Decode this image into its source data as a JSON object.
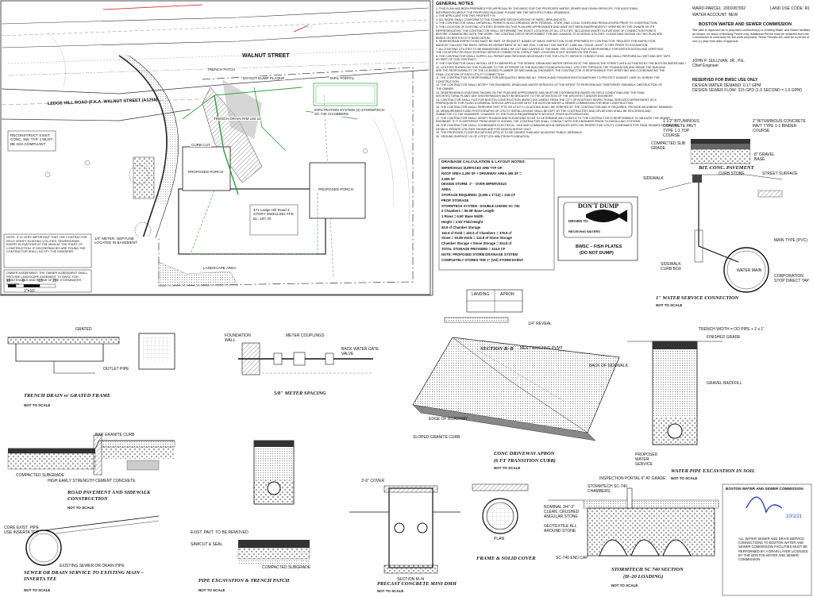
{
  "plan": {
    "streets": {
      "walnut": "WALNUT STREET",
      "ledge_hill": "LEDGE HILL ROAD (F.K.A. WALNUT STREET (A1259)"
    },
    "labels": {
      "trench_patch": "TRENCH PATCH",
      "do_not_dump": "DO NOT DUMP PLAQUE",
      "drain_marker": "INFIL PORTAL",
      "porch": "PROPOSED PORCH",
      "dwelling": "471 Ledge Hill Road 3 STORY DWELLING FFE EL. 197.70",
      "porch_right": "PROPOSED PORCH",
      "landscape": "LANDSCAPE AREA",
      "curb_cut": "CURB CUT",
      "water_meter": "1/4\" METER, NEPTUNE LOCATED IN BASEMENT",
      "reconstruct": "RECONSTRUCT EXIST. CONC. SW. TYP. 1 MUST BE ADA COMPLIANT",
      "drainage_structure": "INFILTRATION SYSTEM (2) STORMTECH SC-740 CHAMBERS",
      "trench_drain": "TRENCH DRAIN RIM 192.10"
    },
    "notes_box": "NOTE: IT IS VERY IMPORTANT THAT THE CONTRACTOR FIELD VERIFY EXISTING UTILITIES, SEWER/DRAIN INVERT ELEVATIONS AT THE MAIN AT THE START OF CONSTRUCTION. IF DISCREPANCIES ARE FOUND THE CONTRACTOR SHALL NOTIFY THE ENGINEER.",
    "owner_box": "OWNER AGREEMENT: THE OWNER AGREEMENT SHALL PROVIDE LANDSCAPE EASEMENT TO BWSC FOR MAINTENANCE AND REPAIR OF THE STORMWATER SYSTEM."
  },
  "general_notes": {
    "heading": "GENERAL NOTES",
    "lines": [
      "1. THIS PLAN HAS BEEN PREPARED FOR APPROVAL BY THE BWSC FOR THE PROPOSED WATER, SEWER AND DRAIN SERVICES. FOR ADDITIONAL",
      "   INFORMATION ABOUT THE PROPOSED BUILDING PLEASE SEE THE ARCHITECTURAL DRAWINGS.",
      "2. THE APPLICANT FOR THIS PROPERTY IS:",
      "3. ALL WORK SHALL CONFORM TO THE STANDARD SPECIFICATIONS OF BWSC, BPW AND BTD.",
      "4. THE CONTRACTOR SHALL OBTAIN ALL PERMITS IN ACCORDANCE WITH FEDERAL, STATE, AND LOCAL CODES AND REGULATIONS PRIOR TO CONSTRUCTION.",
      "5. THE LOCATION OF EXISTING UTILITIES SHOWN ON THIS PLAN ARE APPROXIMATE AND HAVE NOT BEEN INDEPENDENTLY VERIFIED BY THE OWNER OR ITS",
      "   REPRESENTATIVE. THE CONTRACTOR SHALL DETERMINE THE EXACT LOCATION OF ALL UTILITIES, INCLUDING INVERT ELEVATIONS OF CONNECTION POINTS,",
      "   BEFORE COMMENCING WITH THE WORK. THE CONTRACTOR IS RESPONSIBLE FOR ANY DAMAGE TO EXISTING UTILITIES. ELEVATIONS SHOWN ON THIS PLAN ARE",
      "   BASED ON BOSTON CITY BASE DATUM.",
      "6. SEWER/DRAIN INSPECTIONS MUST BE PART OF REQUEST. NAMES OF BWSC INSPECTION TO BE PREPARED BY CONTRACTOR. REQUEST FOR INSPECTION",
      "   MADE BY CALLING THE BWSC SERVICES DEPARTMENT AT 617-989-7000. CONTACT DIG SAFE AT 1-888-344-7233 AT LEAST 72 HRS PRIOR TO EXCAVATION.",
      "7. ALL EXISTING UTILITIES TO BE ABANDONED SHALL BE CUT AND CAPPED AT THE MAIN. THE CONTRACTOR IS RESPONSIBLE FOR INVESTIGATION AND VERIFYING",
      "   THE LOCATION FOR EACH EXISTING SERVICE CONNECTION, EVEN IF SAID LOCATION IS NOT SHOWN ON THE PLAN.",
      "8. THE CONTRACTOR SHALL SUPPLY ALL PERMIT AND PATCHING NECESSARY FOR THE UTILITY SERVICE CONNECTIONS, AND SHALL PERFORM ALL WET AND DRY TAPS",
      "   AS PART OF THIS CONTRACT.",
      "9. THE CONTRACTOR SHALL INSTALL DEPTH MARKERS AT THE SEWER, DRAIN AND WATER SERVICES AT THE MAIN IN THE STREET UNTIL ACTIVATED BY THE BOSTON WATER AND SEWER COMMISSION.",
      "10. UTILITIES SHOWN ON THIS PLAN ARE TO THE EXTERIOR OF THE BUILDING FOUNDATION ONLY. UTILITIES THROUGH THE FOUNDATION AND INSIDE THE BUILDING",
      "    ARE THE RESPONSIBILITY OF THE LICENSED PLUMBER OR MECHANICAL ENGINEER. THE CONTRACTOR IS RESPONSIBLE FOR VERIFYING AND COORDINATING THE",
      "    FINAL LOCATION OF EACH UTILITY CONNECTION.",
      "11. THE CONTRACTOR IS RESPONSIBLE FOR ADEQUATELY BRACING ALL TRENCH AND FOUNDATION EXCAVATIONS TO PROTECT AGAINST CAVE-IN, DURING THE",
      "    CONSTRUCTION.",
      "12. THE CONTRACTOR SHALL NOTIFY THE ENGINEER, DRAIN AND WATER SERVICES OF THE INTENT TO PERFORM ANY TEMPORARY SIDEWALK OBSTRUCTION OF",
      "    THE OWNER.",
      "13. SEWER/DRAIN ELEVATIONS SHOWN ON THE PLAN ARE APPROXIMATE AND MUST BE COORDINATED BASED ON FIELD CONDITIONS AND THE FINAL",
      "    ARCHITECTURAL PLANS. ANY DISCREPANCIES MUST BE BROUGHT TO THE ATTENTION OF THE ARCHITECT AND/OR ENGINEER.",
      "14. CONTRACTOR SHALL FILE FOR BOSTON CONSTRUCTION (BWSC) DOCUMENT FROM THE CITY OF BOSTON'S INSPECTIONAL SERVICES DEPARTMENT, AS A",
      "    PREREQUISITE FOR FILING A GENERAL SERVICE APPLICATION WITH THE BOSTON WATER & SEWER COMMISSION FOR NEW CONSTRUCTION.",
      "15. THE CONTRACTOR SHALL PERFORM TEST PITS OR UTILITY LOCATIONS SHALL BE VERIFIED BY THE CONTRACTOR AND IF REQUIRED, PROVIDE AN ASBUILT DRAWING.",
      "16. MEASUREMENTS AND PHOTOGRAPHS OF UTILITY INSTALLATIONS SHALL BE KEPT BY THE CONTRACTOR, AND DEVIATIONS SHALL BE RECORDED AND",
      "    SUBMITTED TO THE ENGINEER. CHANGES TO THE PLAN & REQUIREMENTS WITHOUT PRIOR AUTHORIZATION.",
      "17. THE CONTRACTOR SHALL VERIFY ROUNDS AND ELEVATIONS SO AS TO DETERMINE ANY CONFLICTS. THE CONTRACTOR IS RESPONSIBLE TO VALIDATE THE SEWER",
      "    ENGINEER, IF IT IS DIFFERENT FROM WHAT IS SHOWN, THE CONTRACTOR SHALL CONSULT WITH THE ENGINEER PRIOR TO INSTALLING SYSTEMS.",
      "18. THE CONTRACTOR SHALL COORDINATE ELECTRICAL, GAS AND COMMUNICATION SERVICES WITH THE RESPECTIVE UTILITY COMPANIES FOR FINAL DEMARCATIONS AND",
      "    DETAILS. PRIVATE UTILITIES SHOWN ARE FOR DESIGN INTENT ONLY.",
      "19. THE PROPOSED FLOOR ELEVATIONS (FFE) IS TO BE HIGHER THAN ANY ADJACENT PUBLIC SIDEWALK.",
      "20. GROUND SURFACE 1% OF 4 FEET (2% MIN) FROM FOUNDATION."
    ]
  },
  "approval": {
    "ward_parcel": "WARD-PARCEL: 2001087092",
    "land_use_code": "LAND USE CODE: R1",
    "water_account": "WATER ACCOUNT: NEW",
    "bwsc_title": "BOSTON WATER AND SEWER COMMISSION",
    "bwsc_text": "Site plan is approved as to proposed connection(s) to existing Water and Sewer facilities as shown, for issue of Building Permit only. Additional Permit must be obtained from the Commission to contractor for the work proposed. These Permits are valid for a period of one (1) year from date of approval.",
    "signer": "JOHN P. SULLIVAN, JR., P.E.",
    "signer_title": "Chief Engineer",
    "reserved": "RESERVED FOR BWSC USE ONLY",
    "design_flow": "DESIGN WATER DEMAND: 0.17 GPM",
    "sewer_flow": "DESIGN SEWER FLOW: 315 GPD (1.0 SECOND = 1.0 GPM)"
  },
  "drainage_calc": {
    "heading": "DRAINAGE CALCULATION & LAYOUT NOTES:",
    "lines": [
      "IMPERVIOUS SURFACES ARE TYP OF:",
      "ROOF AREA 2,200 SF + DRIVEWAY AREA 405 SF =",
      "2,605 SF",
      "DESIGN STORM:          1\" - OVER IMPERVIOUS",
      "AREA",
      "STORAGE REQUIRED: (2,605 x 1\"/12) = 216 CF",
      "PROP. STORAGE",
      "STORMTECH SYSTEM - DOUBLE-LINKED SC-740",
      "2 Chambers = 55.08' Base Length",
      "1 Rows = 6.50' Base Width",
      "Height = 2.50' Field Height",
      "45.9 cf Chamber Storage",
      "152.6 cf Field = 162.6 cf Chambers = 378.9 cf",
      "Stone = 52.89 Voids = 114.8 of Stone Storage",
      "Chamber Storage + Stone Storage = 324.8 cf",
      "TOTAL STORAGE PROVIDED = 324.8 CF",
      "NOTE: PROPOSED STORM DRAINAGE SYSTEM",
      "COMPLETELY STORES THE 1\" (Vol) STORM EVENT."
    ]
  },
  "fish_plate": {
    "sign": "DON'T DUMP",
    "drains": "DRAINS TO",
    "sub": "RECEIVING WATERS",
    "caption_1": "BWSC – FISH PLATES",
    "caption_2": "(DO NOT DUMP)"
  },
  "details": {
    "road_section": {
      "title": "BIT. CONC. PAVEMENT",
      "l1": "1 1/2\" BITUMINOUS CONCRETE PAVT TYPE 1-1 TOP COURSE",
      "l2": "2\" BITUMINOUS CONCRETE PAVT TYPE 1-1 BINDER COURSE",
      "l3": "COMPACTED SUB GRADE",
      "l4": "8\" GRAVEL BASE"
    },
    "water_service": {
      "title": "1\" WATER SERVICE CONNECTION",
      "nts": "NOT TO SCALE",
      "curb_stone": "CURB STONE",
      "street": "STREET SURFACE",
      "sidewalk": "SIDEWALK",
      "main": "MAIN TYPE (PVC)",
      "meter": "WATER MAIN",
      "corp": "CORPORATION STOP DIRECT TAP",
      "curb_box": "SIDEWALK CURB BOX"
    },
    "trench_drain": {
      "title": "TRENCH DRAIN w/ GRATED FRAME",
      "nts": "NOT TO SCALE",
      "grated": "GRATED",
      "outlet": "OUTLET PIPE"
    },
    "meter_spacing": {
      "title": "5/8\" METER SPACING",
      "foundation": "FOUNDATION WALL",
      "meter": "METER COUPLINGS",
      "check": "BACK WATER GATE VALVE"
    },
    "section_bb": {
      "title": "SECTION B–B",
      "meet": "MEET EXISTING PVMT",
      "back": "BACK OF SIDEWALK",
      "edge": "EDGE OF ROADWAY"
    },
    "driveway_apron": {
      "title": "CONC DRIVEWAY APRON",
      "sub": "(6 FT TRANSITION CURB)",
      "nts": "NOT TO SCALE",
      "landing": "LANDING",
      "apron": "APRON",
      "reveal": "1/4\" REVEAL",
      "granite": "SLOPED GRANITE CURB"
    },
    "water_excavation": {
      "title": "WATER PIPE EXCAVATION IN SOIL",
      "nts": "NOT TO SCALE",
      "trench": "TRENCH WIDTH = OD PIPE + 2 x 1'",
      "finished": "FINISHED GRADE",
      "gravel": "GRAVEL BACKFILL",
      "service": "PROPOSED WATER SERVICE"
    },
    "road_pavement": {
      "title": "ROAD PAVEMENT AND SIDEWALK CONSTRUCTION",
      "nts": "NOT TO SCALE",
      "curb": "BAR GRANITE CURB",
      "subgrade": "COMPACTED SUBGRADE",
      "concrete": "HIGH EARLY STRENGTH CEMENT CONCRETE"
    },
    "pipe_excavation": {
      "title": "PIPE EXCAVATION & TRENCH PATCH",
      "nts": "NOT TO SCALE",
      "sawcut": "SAWCUT & SEAL",
      "remove": "EXIST. PAVT. TO BE REMOVED",
      "backfill": "COMPACTED SUBGRADE"
    },
    "sewer_connection": {
      "title": "SEWER OR DRAIN SERVICE TO EXISTING MAIN – INSERTA TEE",
      "nts": "NOT TO SCALE",
      "core": "CORE EXIST. PIPE USE INSERTA TEE",
      "existing": "EXISTING SEWER OR DRAIN PIPE"
    },
    "precast_dmh": {
      "title": "PRECAST CONCRETE MINI DMH",
      "nts": "NOT TO SCALE",
      "cover": "3'-6\" COVER",
      "section": "SECTION M–N"
    },
    "frame_cover": {
      "title": "FRAME & SOLID COVER",
      "plan": "PLAN"
    },
    "stormtech": {
      "title": "STORMTECH SC 740 SECTION",
      "sub": "(H–20 LOADING)",
      "nts": "NOT TO SCALE",
      "port": "INSPECTION PORTAL 6\" AT GRADE",
      "chambers": "STORMTECH SC-740 CHAMBERS",
      "stone": "NOMINAL 3/4\"-2\" CLEAN, CRUSHED ANGULAR STONE",
      "fabric": "GEOTEXTILE ALL AROUND STONE",
      "end_cap": "SC-740 END CAP"
    }
  },
  "stamp": {
    "title": "BOSTON WATER AND SEWER COMMISSION",
    "sig_date": "10/1/21",
    "footer": "ALL WATER SEWER AND DRAIN SERVICE CONNECTIONS TO BOSTON WATER AND SEWER COMMISSION FACILITIES MUST BE PERFORMED BY A DRAIN LAYER LICENSED BY THE BOSTON WATER AND SEWER COMMISSION"
  },
  "scale": {
    "label": "1\"=10'",
    "t0": "10",
    "t1": "0",
    "t2": "10",
    "t3": "20"
  }
}
